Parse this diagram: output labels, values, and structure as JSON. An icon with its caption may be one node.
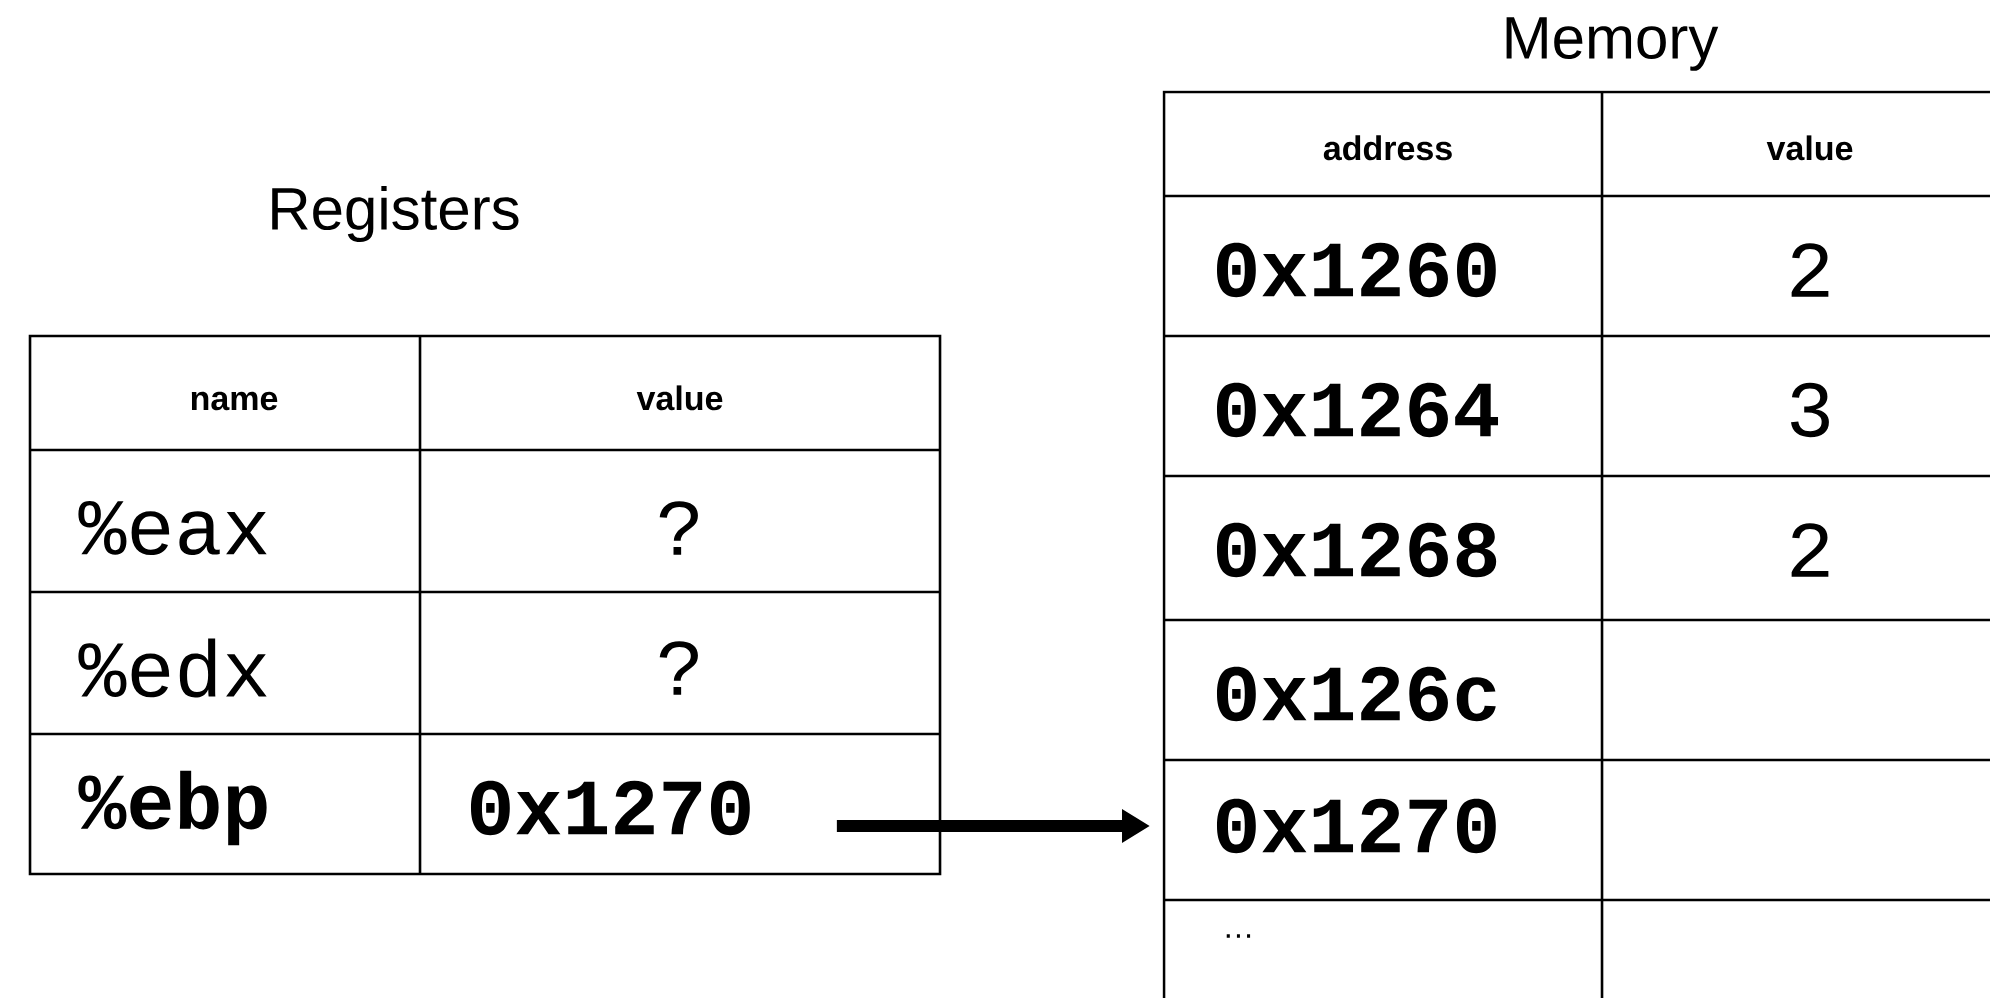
{
  "diagram": {
    "nodes": [
      {
        "text": [
          "0x1270"
        ]
      },
      {
        "text": [
          "0x1270"
        ]
      }
    ],
    "edges": [
      {
        "from": 0,
        "to": 1,
        "arrow": "to"
      }
    ],
    "labels": [
      "Registers",
      "name",
      "value",
      "%eax",
      "?",
      "%edx",
      "?",
      "%ebp",
      "Memory",
      "address",
      "value",
      "0x1260",
      "2",
      "0x1264",
      "3",
      "0x1268",
      "2",
      "0x126c",
      "…"
    ]
  }
}
